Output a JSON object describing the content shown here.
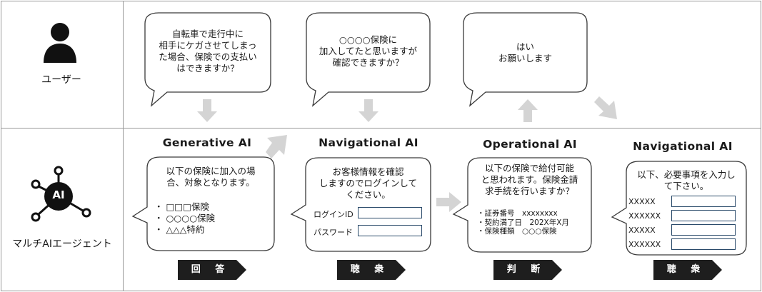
{
  "actors": {
    "user": "ユーザー",
    "agent": "マルチAIエージェント",
    "agent_icon_text": "AI"
  },
  "ai_steps": [
    {
      "title": "Generative AI",
      "tag": "回 答"
    },
    {
      "title": "Navigational AI",
      "tag": "聴 衆"
    },
    {
      "title": "Operational AI",
      "tag": "判 断"
    },
    {
      "title": "Navigational AI",
      "tag": "聴 衆"
    }
  ],
  "user_bubbles": {
    "b1": [
      "自転車で走行中に",
      "相手にケガさせてしまっ",
      "た場合、保険での支払い",
      "はできますか？"
    ],
    "b2": [
      "○○○○保険に",
      "加入してたと思いますが",
      "確認できますか？"
    ],
    "b3": [
      "はい",
      "お願いします"
    ]
  },
  "ai_bubbles": {
    "b1": {
      "lines": [
        "以下の保険に加入の場",
        "合、対象となります。"
      ],
      "items": [
        "・ □□□保険",
        "・ ○○○○保険",
        "・ △△△特約"
      ]
    },
    "b2": {
      "lines": [
        "お客様情報を確認",
        "しますのでログインして",
        "ください。"
      ],
      "fields": [
        "ログインID",
        "パスワード"
      ]
    },
    "b3": {
      "lines": [
        "以下の保険で給付可能",
        "と思われます。保険金請",
        "求手続を行いますか？"
      ],
      "details": [
        "・証券番号　xxxxxxxx",
        "・契約満了日　202X年X月",
        "・保険種類　○○○保険"
      ]
    },
    "b4": {
      "lines": [
        "以下、必要事項を入力し",
        "て下さい。"
      ],
      "fields": [
        "XXXXX",
        "XXXXXX",
        "XXXXX",
        "XXXXXX"
      ]
    }
  },
  "colors": {
    "border": "#9a9a9a",
    "arrow": "#d4d4d4",
    "tag_bg": "#1e1e1e",
    "field_border": "#2a4a6a",
    "icon": "#111111"
  }
}
